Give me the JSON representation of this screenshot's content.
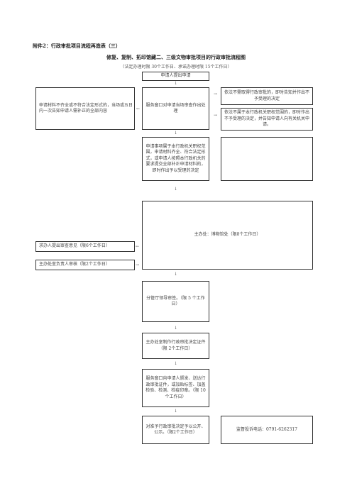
{
  "header": {
    "attachment": "附件2：行政审批项目流程再造表（三）",
    "title": "修复、复制、拓印馆藏二、三级文物审批项目的行政审批流程图",
    "subtitle": "（法定办理时限 30个工作日、承诺办理时限 15个工作日）"
  },
  "nodes": {
    "apply": "申请人提出申请",
    "reject_incomplete": "申请材料不齐全或不符合法定形式的，当场或五日内一次告知申请人需补正的全部内容",
    "window_decide": "服务窗口对申请当场审查作出处理",
    "not_required": "依法不需取得行政审批的，即时告知并作出不予受理的决定",
    "not_in_scope": "依法不属于本行政机关职权范围的，即时作出不予受理的决定，并告知申请人向有关机关申请。",
    "accept": "申请事项属于本行政机关职权范围，申请材料齐全、符合法定形式，或申请人按照本行政机关的要求提交全部补正申请材料的，即时作出予以受理的决定",
    "main_office": "主办处：博物馆处（限8个工作日）",
    "seek_opinion": "求办人提出审查意见（限6个工作日）",
    "head_review": "主办处室负责人审核（限2个工作日）",
    "leader_sign": "分管厅领导审签。（限 5 个工作日）",
    "make_cert": "主办处室制作行政审批决定证件（限 2个工作日）",
    "deliver": "服务窗口向申请人颁发、送达行政审批证件，或加贴标签、加盖检验、检测、检疫印章。（限 10个工作日）",
    "publish": "对准予行政审批决定予以公开、公示。（限2个工作日）",
    "complaint": "监督投诉电话：0791-6262317"
  },
  "arrows": {
    "down": "↓",
    "right": "→",
    "left": "←"
  }
}
